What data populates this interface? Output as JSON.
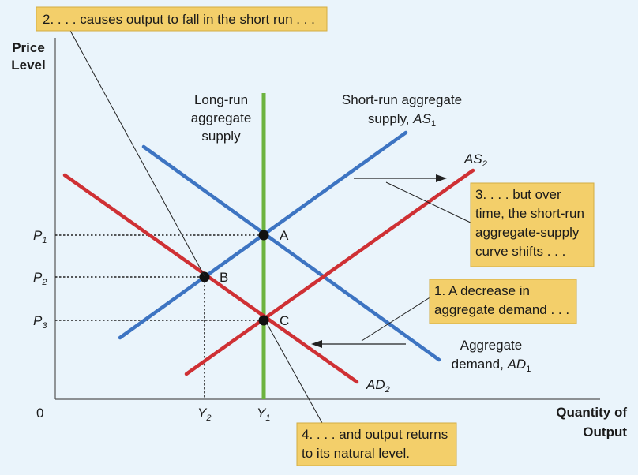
{
  "chart_data": {
    "type": "line",
    "ylabel": [
      "Price",
      "Level"
    ],
    "xlabel": [
      "Quantity of",
      "Output"
    ],
    "origin_label": "0",
    "price_levels": [
      {
        "sym": "P",
        "sub": "1",
        "point": "A"
      },
      {
        "sym": "P",
        "sub": "2",
        "point": "B"
      },
      {
        "sym": "P",
        "sub": "3",
        "point": "C"
      }
    ],
    "output_levels": [
      {
        "sym": "Y",
        "sub": "2",
        "point": "B"
      },
      {
        "sym": "Y",
        "sub": "1",
        "point": "A"
      }
    ],
    "series": [
      {
        "key": "AD1",
        "color": "#3d74c2",
        "label": [
          "Aggregate",
          "demand, "
        ],
        "sym": "AD",
        "sub": "1"
      },
      {
        "key": "AD2",
        "color": "#cf3034",
        "label": [
          ""
        ],
        "sym": "AD",
        "sub": "2"
      },
      {
        "key": "AS1",
        "color": "#3d74c2",
        "label": [
          "Short-run aggregate",
          "supply, "
        ],
        "sym": "AS",
        "sub": "1"
      },
      {
        "key": "AS2",
        "color": "#cf3034",
        "label": [
          ""
        ],
        "sym": "AS",
        "sub": "2"
      },
      {
        "key": "LRAS",
        "color": "#6db33f",
        "label": [
          "Long-run",
          "aggregate",
          "supply"
        ],
        "sym": "",
        "sub": ""
      }
    ],
    "points": [
      {
        "name": "A",
        "q": 1.0,
        "p": 1.0
      },
      {
        "name": "B",
        "q": 0.62,
        "p": 0.76
      },
      {
        "name": "C",
        "q": 1.0,
        "p": 0.55
      }
    ],
    "annotations": [
      {
        "key": "note2",
        "lines": [
          "2. . . . causes output to fall in the short run . . ."
        ]
      },
      {
        "key": "note3",
        "lines": [
          "3. . . . but over",
          "time, the short-run",
          "aggregate-supply",
          "curve shifts . . ."
        ]
      },
      {
        "key": "note1",
        "lines": [
          "1. A decrease in",
          "aggregate demand . . ."
        ]
      },
      {
        "key": "note4",
        "lines": [
          "4. . . . and output returns",
          "to its natural level."
        ]
      }
    ],
    "grid": false
  }
}
